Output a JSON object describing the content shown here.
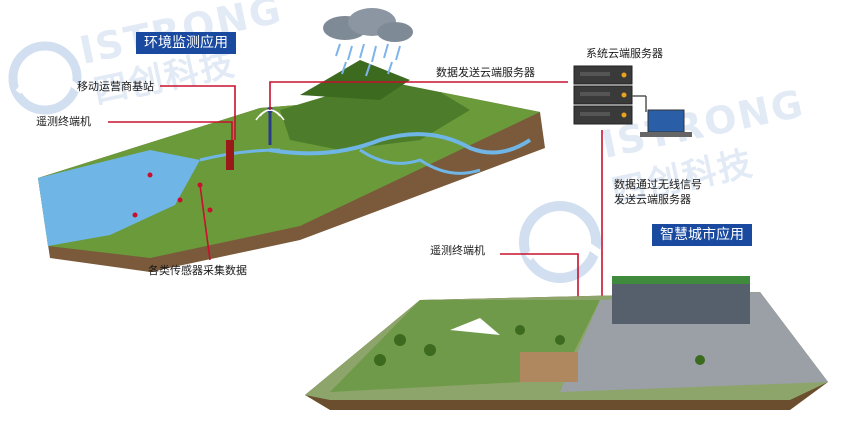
{
  "watermark": {
    "brand_en": "ISTRONG",
    "brand_cn": "四创科技"
  },
  "sections": {
    "environment_badge": "环境监测应用",
    "smart_city_badge": "智慧城市应用"
  },
  "labels": {
    "base_station": "移动运营商基站",
    "telemetry_terminal_left": "遥测终端机",
    "sensor_data": "各类传感器采集数据",
    "send_to_cloud": "数据发送云端服务器",
    "cloud_server": "系统云端服务器",
    "wireless_send_line1": "数据通过无线信号",
    "wireless_send_line2": "发送云端服务器",
    "telemetry_terminal_right": "遥测终端机"
  },
  "colors": {
    "badge_bg": "#1a4aa0",
    "connector": "#c8102e",
    "water": "#6fb6e6",
    "terrain": "#6a9a3a",
    "server": "#3a3a3a",
    "watermark": "#c9d9ee"
  }
}
